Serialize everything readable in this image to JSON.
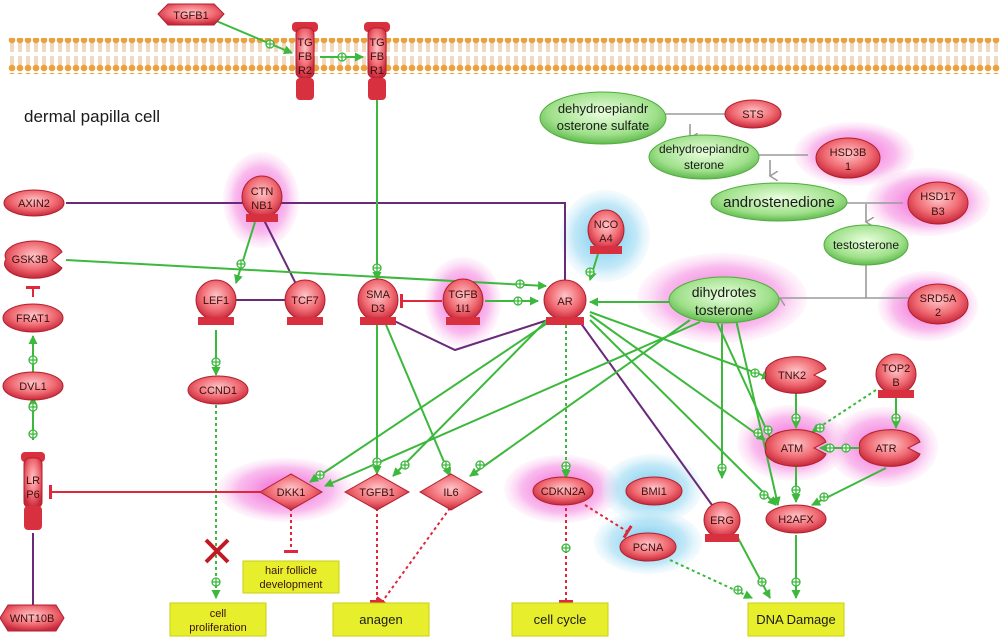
{
  "cell_label": "dermal papilla cell",
  "proteins": {
    "tgfb1_top": "TGFB1",
    "tgfbr2": [
      "TG",
      "FB",
      "R2"
    ],
    "tgfbr1": [
      "TG",
      "FB",
      "R1"
    ],
    "axin2": "AXIN2",
    "gsk3b": "GSK3B",
    "frat1": "FRAT1",
    "dvl1": "DVL1",
    "lrp6": [
      "LR",
      "P6"
    ],
    "wnt10b": "WNT10B",
    "ctnnb1": [
      "CTN",
      "NB1"
    ],
    "lef1": "LEF1",
    "tcf7": "TCF7",
    "ccnd1": "CCND1",
    "smad3": [
      "SMA",
      "D3"
    ],
    "tgfb1i1": [
      "TGFB",
      "1I1"
    ],
    "ar": "AR",
    "ncoa4": [
      "NCO",
      "A4"
    ],
    "dkk1": "DKK1",
    "tgfb1": "TGFB1",
    "il6": "IL6",
    "cdkn2a": "CDKN2A",
    "bmi1": "BMI1",
    "pcna": "PCNA",
    "erg": "ERG",
    "h2afx": "H2AFX",
    "atm": "ATM",
    "atr": "ATR",
    "tnk2": "TNK2",
    "top2b": [
      "TOP2",
      "B"
    ],
    "sts": "STS",
    "hsd3b1": [
      "HSD3B",
      "1"
    ],
    "hsd17b3": [
      "HSD17",
      "B3"
    ],
    "srd5a2": [
      "SRD5A",
      "2"
    ]
  },
  "metabolites": {
    "dheas": [
      "dehydroepiandr",
      "osterone sulfate"
    ],
    "dhea": [
      "dehydroepiandro",
      "sterone"
    ],
    "androstenedione": "androstenedione",
    "testosterone": "testosterone",
    "dht": [
      "dihydrotes",
      "tosterone"
    ]
  },
  "processes": {
    "hair_follicle": [
      "hair follicle",
      "development"
    ],
    "cell_proliferation": [
      "cell",
      "proliferation"
    ],
    "anagen": "anagen",
    "cell_cycle": "cell cycle",
    "dna_damage": "DNA Damage"
  },
  "colors": {
    "activation": "#3cb83c",
    "inhibition": "#e0283c",
    "binding": "#6a2a7a",
    "conversion": "#9a9a9a",
    "protein": "#e0505c",
    "metabolite": "#7ccf6a",
    "process": "#e7ef2c",
    "membrane": "#e8a040",
    "halo_pink": "#f27ad8",
    "halo_blue": "#7fd0ee"
  }
}
